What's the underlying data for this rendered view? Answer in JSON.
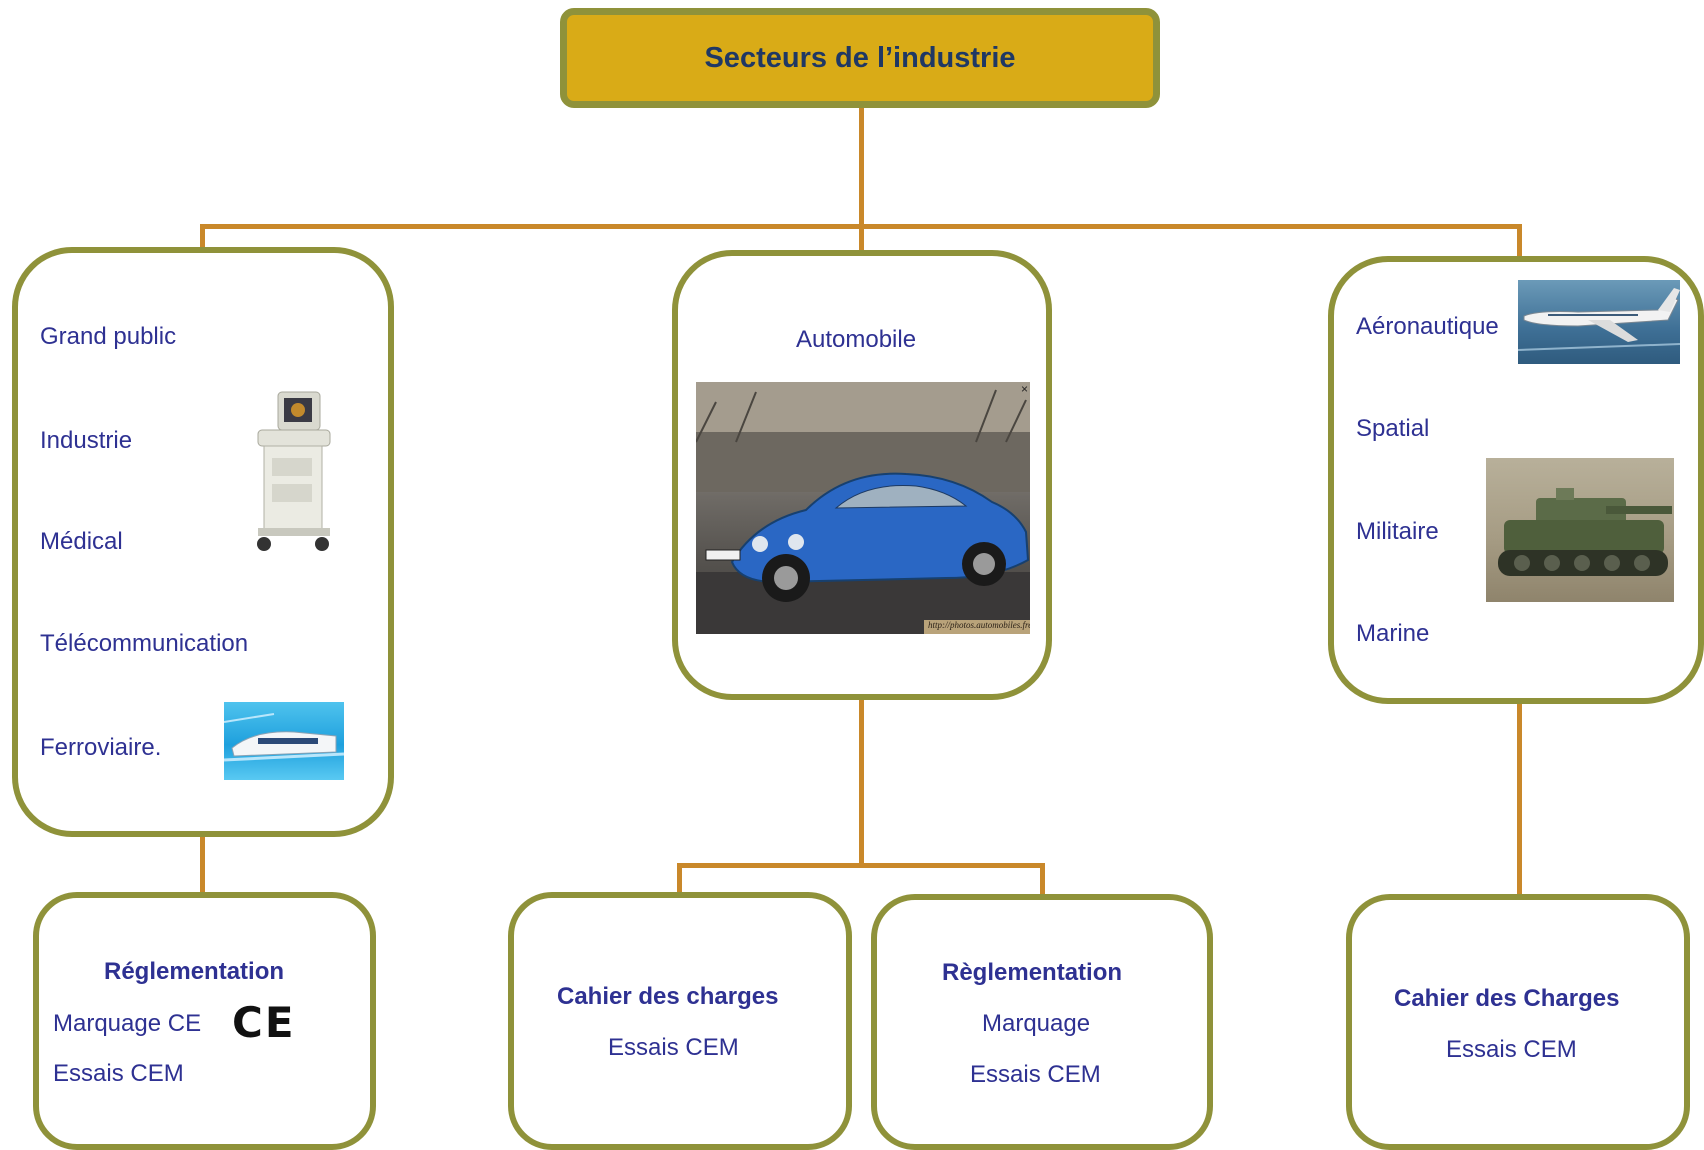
{
  "title": "Secteurs de l’industrie",
  "left_sector": {
    "items": [
      "Grand public",
      "Industrie",
      "Médical",
      "Télécommunication",
      "Ferroviaire."
    ]
  },
  "center_sector": {
    "label": "Automobile",
    "photo_caption": "http://photos.automobiles.free.fr"
  },
  "right_sector": {
    "items": [
      "Aéronautique",
      "Spatial",
      "Militaire",
      "Marine"
    ]
  },
  "bottom": {
    "left": {
      "title": "Réglementation",
      "lines": [
        "Marquage CE",
        "Essais CEM"
      ],
      "mark": "CE"
    },
    "center_left": {
      "title": "Cahier des charges",
      "lines": [
        "Essais CEM"
      ]
    },
    "center_right": {
      "title": "Règlementation",
      "lines": [
        "Marquage",
        "Essais CEM"
      ]
    },
    "right": {
      "title": "Cahier des Charges",
      "lines": [
        "Essais CEM"
      ]
    }
  },
  "colors": {
    "title_fill": "#d9ab17",
    "border": "#8f923a",
    "connector": "#c9882a",
    "text": "#2e3192"
  }
}
